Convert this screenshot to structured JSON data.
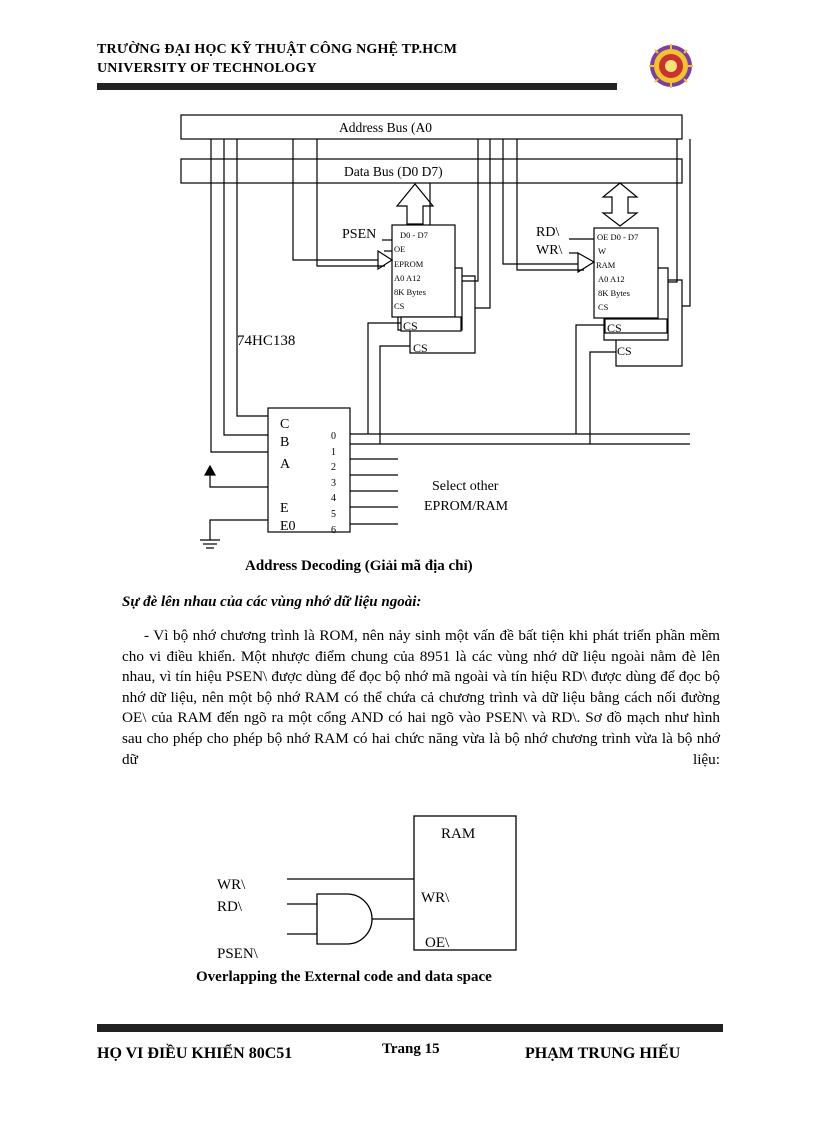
{
  "header": {
    "line1": "TRƯỜNG ĐẠI HỌC KỸ THUẬT CÔNG NGHỆ TP.HCM",
    "line2": "UNIVERSITY OF TECHNOLOGY"
  },
  "diagram1": {
    "address_bus": "Address Bus (A0",
    "data_bus": "Data Bus (D0    D7)",
    "psen": "PSEN",
    "eprom": {
      "pins_top": "D0 - D7",
      "oe": "OE",
      "name": "EPROM",
      "addr": "A0   A12",
      "size": "8K Bytes",
      "cs": "CS",
      "cs2": "CS",
      "cs3": "CS"
    },
    "ram_side": {
      "rd": "RD\\",
      "wr": "WR\\",
      "pins_top": "OE D0 - D7",
      "w": "W",
      "name": "RAM",
      "addr": "A0   A12",
      "size": "8K Bytes",
      "cs": "CS",
      "cs2": "CS",
      "cs3": "CS"
    },
    "decoder_label": "74HC138",
    "decoder_inputs": [
      "C",
      "B",
      "A",
      "E",
      "E0"
    ],
    "decoder_outputs": [
      "0",
      "1",
      "2",
      "3",
      "4",
      "5",
      "6"
    ],
    "select_other_1": "Select other",
    "select_other_2": "EPROM/RAM"
  },
  "caption1": "Address Decoding (Giải mã địa chỉ)",
  "subtitle": "Sự đè lên nhau của các vùng nhớ dữ liệu ngoài:",
  "paragraph": "- Vì bộ nhớ chương trình là ROM, nên nảy sinh một vấn đề bất tiện khi phát triển phần mềm cho vi điều khiển. Một nhược điểm chung của 8951 là các vùng nhớ dữ liệu ngoài nằm đè lên nhau, vì tín hiệu PSEN\\ được dùng để đọc bộ nhớ mã ngoài và tín hiệu RD\\ được dùng để đọc bộ nhớ dữ liệu, nên một bộ nhớ RAM có thể chứa cả chương trình và dữ  liệu bằng cách nối đường OE\\ của RAM đến ngõ ra một cổng AND có hai ngõ vào PSEN\\ và RD\\. Sơ đồ mạch như hình sau cho phép cho phép bộ nhớ RAM có hai chức năng vừa là bộ nhớ chương trình vừa là bộ nhớ dữ liệu:",
  "diagram2": {
    "ram": "RAM",
    "wr_in": "WR\\",
    "rd_in": "RD\\",
    "psen_in": "PSEN\\",
    "wr_pin": "WR\\",
    "oe_pin": "OE\\"
  },
  "caption2": "Overlapping the External code and data space",
  "footer": {
    "left": "HỌ VI ĐIỀU KHIỂN 80C51",
    "page": "Trang 15",
    "right": "PHẠM TRUNG HIẾU"
  }
}
